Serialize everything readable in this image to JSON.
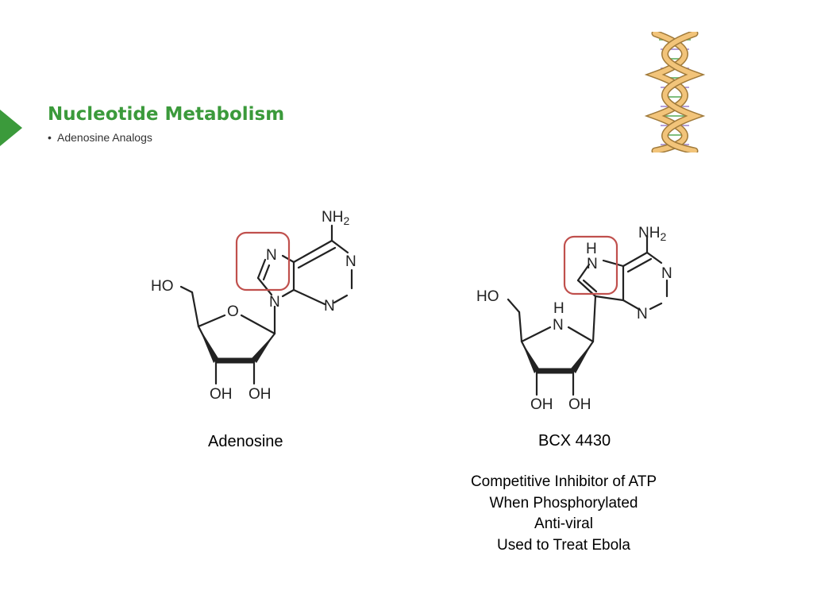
{
  "slide": {
    "title": "Nucleotide Metabolism",
    "bullet": "Adenosine Analogs"
  },
  "colors": {
    "title": "#3b9a3b",
    "highlight_box": "#c0504d",
    "marker": "#3b9a3b"
  },
  "icons": [
    "slide-marker-arrow",
    "dna-helix-icon"
  ],
  "molecules": [
    {
      "name": "Adenosine",
      "atom_labels": [
        "NH2",
        "N",
        "N",
        "N",
        "N",
        "O",
        "HO",
        "OH",
        "OH"
      ]
    },
    {
      "name": "BCX 4430",
      "atom_labels": [
        "NH2",
        "H",
        "N",
        "N",
        "N",
        "HO",
        "H",
        "N",
        "OH",
        "OH"
      ]
    }
  ],
  "notes": [
    "Competitive Inhibitor of ATP",
    "When Phosphorylated",
    "Anti-viral",
    "Used to Treat Ebola"
  ]
}
